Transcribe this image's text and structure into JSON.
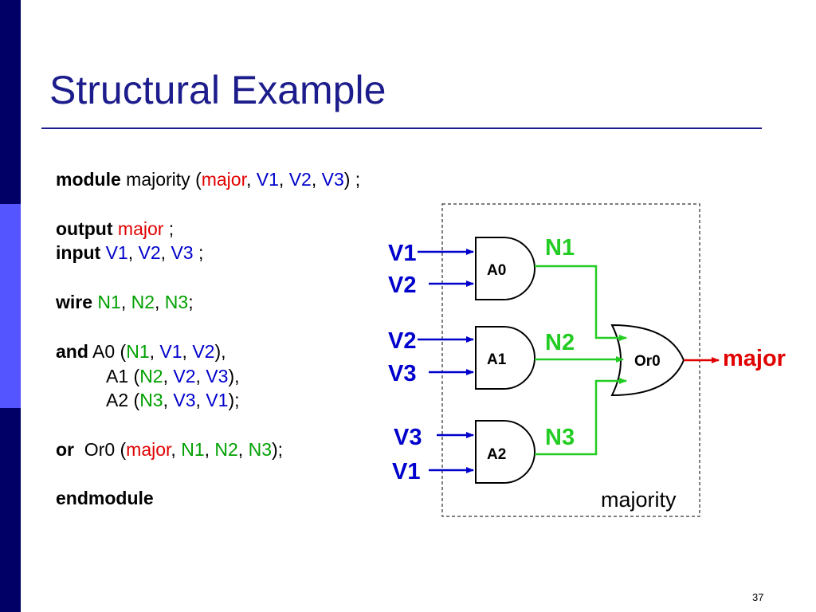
{
  "title": "Structural Example",
  "page_number": "37",
  "code": {
    "line1": {
      "kw": "module",
      "name": " majority (",
      "p1": "major",
      "c1": ", ",
      "p2": "V1",
      "c2": ", ",
      "p3": "V2",
      "c3": ", ",
      "p4": "V3",
      "end": ") ;"
    },
    "line2": {
      "kw": "output",
      "sp": " ",
      "v1": "major",
      "end": " ;"
    },
    "line3": {
      "kw": "input",
      "sp": " ",
      "v1": "V1",
      "c1": ", ",
      "v2": "V2",
      "c2": ", ",
      "v3": "V3",
      "end": " ;"
    },
    "line4": {
      "kw": "wire",
      "sp": " ",
      "v1": "N1",
      "c1": ", ",
      "v2": "N2",
      "c2": ", ",
      "v3": "N3",
      "end": ";"
    },
    "line5": {
      "kw": "and",
      "inst": " A0 (",
      "a": "N1",
      "c1": ", ",
      "b": "V1",
      "c2": ", ",
      "c": "V2",
      "end": "),"
    },
    "line6": {
      "inst": "A1 (",
      "a": "N2",
      "c1": ", ",
      "b": "V2",
      "c2": ", ",
      "c": "V3",
      "end": "),"
    },
    "line7": {
      "inst": "A2 (",
      "a": "N3",
      "c1": ", ",
      "b": "V3",
      "c2": ", ",
      "c": "V1",
      "end": ");"
    },
    "line8": {
      "kw": "or",
      "inst": "  Or0 (",
      "a": "major",
      "c1": ", ",
      "b": "N1",
      "c2": ", ",
      "c": "N2",
      "c3": ", ",
      "d": "N3",
      "end": ");"
    },
    "line9": {
      "kw": "endmodule"
    }
  },
  "diagram": {
    "module_label": "majority",
    "gates": {
      "a0": "A0",
      "a1": "A1",
      "a2": "A2",
      "or0": "Or0"
    },
    "inputs": {
      "a0_top": "V1",
      "a0_bottom": "V2",
      "a1_top": "V2",
      "a1_bottom": "V3",
      "a2_top": "V3",
      "a2_bottom": "V1"
    },
    "nets": {
      "n1": "N1",
      "n2": "N2",
      "n3": "N3"
    },
    "output": "major",
    "colors": {
      "input": "#0000cc",
      "net": "#22cc22",
      "output": "#e00000",
      "gate_stroke": "#000000",
      "box_stroke": "#555555"
    }
  }
}
